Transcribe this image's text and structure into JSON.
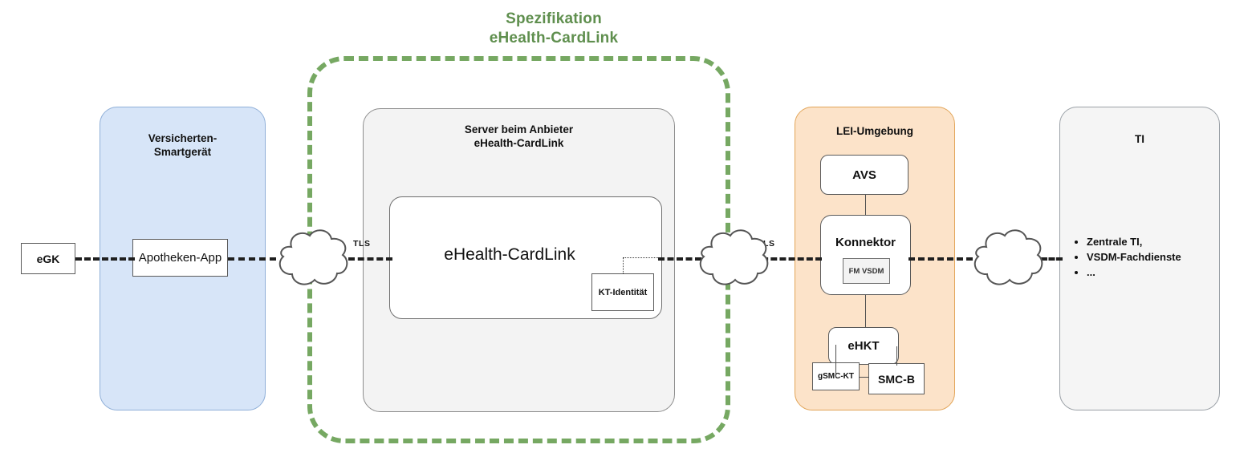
{
  "diagram": {
    "title_lines": [
      "Spezifikation",
      "eHealth-CardLink"
    ],
    "accent_green": "#76a862",
    "title_color": "#5f8f4e"
  },
  "nodes": {
    "egk": "eGK",
    "smartgeraet_title_lines": [
      "Versicherten-",
      "Smartgerät"
    ],
    "apotheken_app": "Apotheken-App",
    "server_title_lines": [
      "Server beim Anbieter",
      "eHealth-CardLink"
    ],
    "ehealth_cardlink": "eHealth-CardLink",
    "kt_identitaet": "KT-Identität",
    "lei_title": "LEI-Umgebung",
    "avs": "AVS",
    "konnektor": "Konnektor",
    "fm_vsdm": "FM VSDM",
    "ehkt": "eHKT",
    "gsmc_kt": "gSMC-KT",
    "smc_b": "SMC-B",
    "ti_title": "TI",
    "ti_items": [
      "Zentrale TI,",
      "VSDM-Fachdienste",
      "..."
    ]
  },
  "connections": {
    "tls_left": "TLS",
    "tls_right": "TLS"
  },
  "colors": {
    "blue_fill": "#d7e5f8",
    "grey_fill": "#f3f3f3",
    "orange_fill": "#fce3c9",
    "ti_fill": "#f5f5f5",
    "line": "#1f1f1f"
  }
}
